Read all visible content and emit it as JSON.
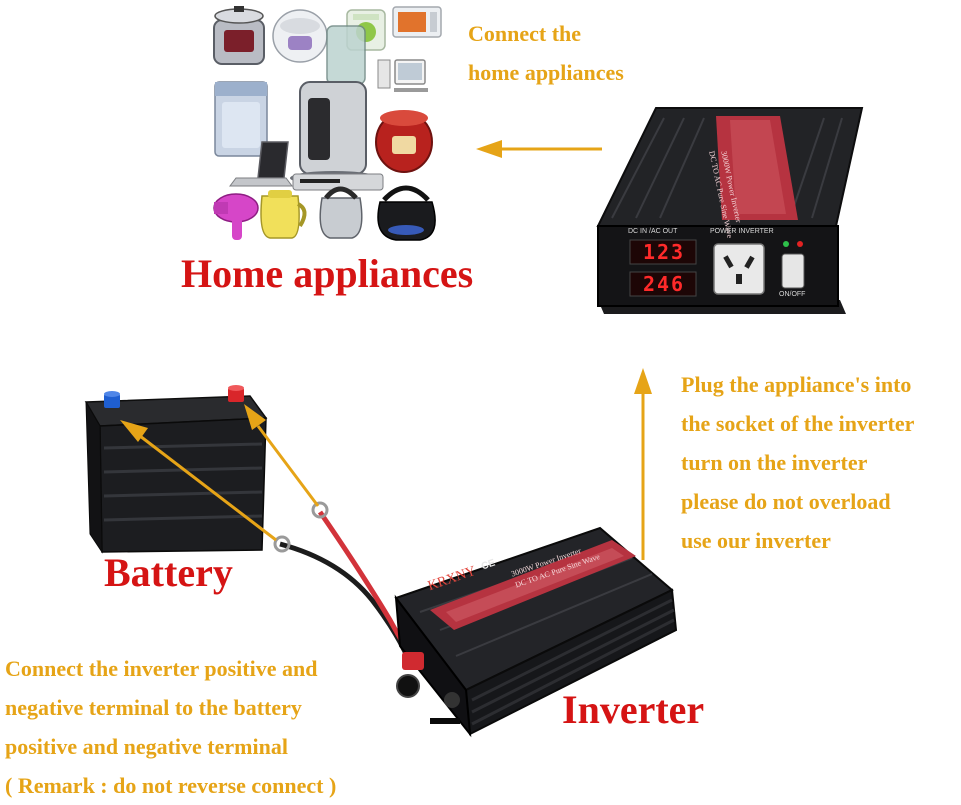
{
  "colors": {
    "caption": "#e6a417",
    "label": "#d51414",
    "arrow": "#e6a417",
    "inverter_body": "#1c1c1c",
    "inverter_stripe": "#c2343c",
    "display_digits": "#ff2a2a"
  },
  "captions": {
    "connect_appliances": [
      "Connect the",
      "home appliances"
    ],
    "plug_in": [
      "Plug the appliance's into",
      "the socket of the inverter",
      "turn on the inverter",
      "please do not overload",
      "use our inverter"
    ],
    "wiring": [
      "Connect the inverter positive and",
      "negative terminal to the battery",
      "positive and negative terminal",
      "( Remark : do not reverse connect )"
    ]
  },
  "labels": {
    "home_appliances": "Home appliances",
    "battery": "Battery",
    "inverter": "Inverter"
  },
  "inverter_top": {
    "display_voltage_in": "123",
    "display_voltage_out": "246",
    "panel_dc_in": "DC IN /AC OUT",
    "panel_power": "POWER INVERTER",
    "panel_switch": "ON/OFF",
    "title_line_1": "3000W Power Inverter",
    "title_line_2": "DC TO AC Pure Sine Wave"
  },
  "inverter_bottom": {
    "brand": "KRXNY",
    "cert": "CE",
    "title_line_1": "3000W Power Inverter",
    "title_line_2": "DC TO AC Pure Sine Wave"
  },
  "appliances": [
    {
      "icon": "pressure-cooker-icon"
    },
    {
      "icon": "rice-cooker-icon"
    },
    {
      "icon": "water-dispenser-icon"
    },
    {
      "icon": "microwave-icon"
    },
    {
      "icon": "washing-machine-icon"
    },
    {
      "icon": "juicer-icon"
    },
    {
      "icon": "desktop-computer-icon"
    },
    {
      "icon": "red-rice-cooker-icon"
    },
    {
      "icon": "laptop-icon"
    },
    {
      "icon": "hair-dryer-icon"
    },
    {
      "icon": "yellow-kettle-icon"
    },
    {
      "icon": "steel-kettle-icon"
    },
    {
      "icon": "black-kettle-icon"
    },
    {
      "icon": "dvd-player-icon"
    }
  ]
}
